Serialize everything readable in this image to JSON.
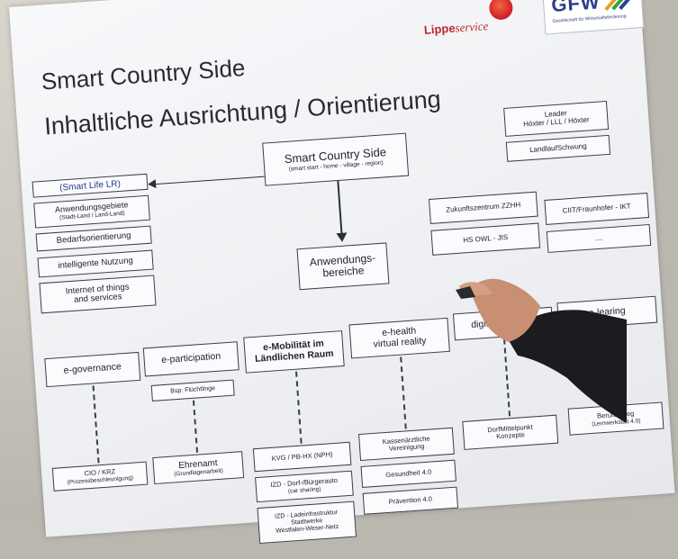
{
  "header": {
    "title": "Smart Country Side",
    "subtitle": "Inhaltliche Ausrichtung / Orientierung",
    "logo_lippe_bold": "Lippe",
    "logo_lippe_italic": "service",
    "logo_gfw": "GFW",
    "logo_gfw_sub": "Gesellschaft für Wirtschaftsförderung"
  },
  "center": {
    "title": "Smart Country Side",
    "sub": "(smart start - home - village - region)"
  },
  "anwendungs": "Anwendungs-\nbereiche",
  "left_column": {
    "head": "(Smart Life LR)",
    "items": [
      {
        "text": "Anwendungsgebiete",
        "sub": "(Stadt-Land / Land-Land)"
      },
      {
        "text": "Bedarfsorientierung",
        "sub": ""
      },
      {
        "text": "intelligente Nutzung",
        "sub": ""
      },
      {
        "text": "Internet of things\nand services",
        "sub": ""
      }
    ]
  },
  "right_top": {
    "leader": "Leader\nHöxter / LLL / Höxter",
    "landlauf": "LandlaufSchwung",
    "zukunft": "Zukunftszentrum ZZHH",
    "hsowl": "HS OWL - JIS",
    "ciit": "CIIT/Fraunhofer - IKT",
    "empty": "...."
  },
  "categories": [
    {
      "label": "e-governance",
      "bold": false
    },
    {
      "label": "e-participation",
      "bold": false
    },
    {
      "label": "e-Mobilität im\nLändlichen Raum",
      "bold": true
    },
    {
      "label": "e-health\nvirtual reality",
      "bold": false
    },
    {
      "label": "digitale Bildung",
      "bold": false
    },
    {
      "label": "e-learing",
      "bold": false
    }
  ],
  "bsp": "Bsp: Flüchtlinge",
  "bottom": {
    "cio": {
      "text": "CIO / KRZ",
      "sub": "(Prozessbeschleunigung)"
    },
    "ehrenamt": {
      "text": "Ehrenamt",
      "sub": "(Grundlagenarbeit)"
    },
    "kvg": "KVG / PB-HX (NPH)",
    "izd1": {
      "text": "IZD - Dorf-/Bürgerauto",
      "sub": "(car sharing)"
    },
    "izd2": "IZD - Ladeinfrastruktur\nStadtwerke\nWestfalen-Weser-Netz",
    "kassen": "Kassenärztliche\nVereinigung",
    "gesundheit": "Gesundheit 4.0",
    "praevention": "Prävention 4.0",
    "dorf": "DorfMittelpunkt\nKonzepte",
    "berufs": {
      "text": "Berufskolleg",
      "sub": "(Lernwerkstatt 4.0)"
    }
  }
}
